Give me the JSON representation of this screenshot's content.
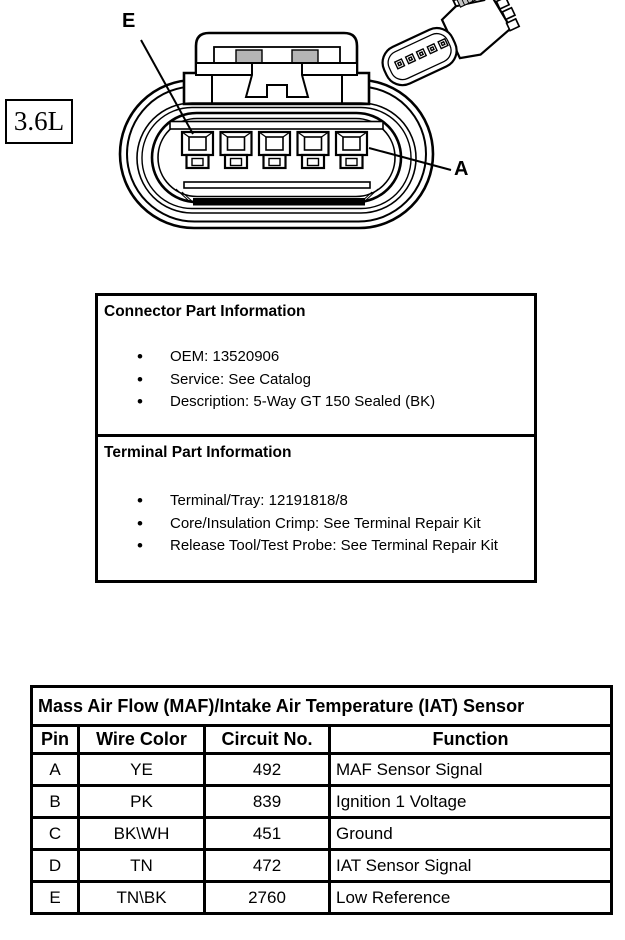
{
  "engine_label": "3.6L",
  "diagram": {
    "callout_e": "E",
    "callout_a": "A",
    "line_color": "#000000",
    "shade_color": "#b5b5b5"
  },
  "connector_info": {
    "heading": "Connector Part Information",
    "items": [
      "OEM: 13520906",
      "Service: See Catalog",
      "Description: 5-Way GT 150 Sealed (BK)"
    ]
  },
  "terminal_info": {
    "heading": "Terminal Part Information",
    "items": [
      "Terminal/Tray: 12191818/8",
      "Core/Insulation Crimp: See Terminal Repair Kit",
      "Release Tool/Test Probe: See Terminal Repair Kit"
    ]
  },
  "pin_table": {
    "title": "Mass Air Flow (MAF)/Intake Air Temperature (IAT) Sensor",
    "headers": [
      "Pin",
      "Wire Color",
      "Circuit No.",
      "Function"
    ],
    "rows": [
      {
        "pin": "A",
        "wire_color": "YE",
        "circuit_no": "492",
        "function": "MAF Sensor Signal"
      },
      {
        "pin": "B",
        "wire_color": "PK",
        "circuit_no": "839",
        "function": "Ignition 1 Voltage"
      },
      {
        "pin": "C",
        "wire_color": "BK\\WH",
        "circuit_no": "451",
        "function": "Ground"
      },
      {
        "pin": "D",
        "wire_color": "TN",
        "circuit_no": "472",
        "function": "IAT Sensor Signal"
      },
      {
        "pin": "E",
        "wire_color": "TN\\BK",
        "circuit_no": "2760",
        "function": "Low Reference"
      }
    ]
  }
}
